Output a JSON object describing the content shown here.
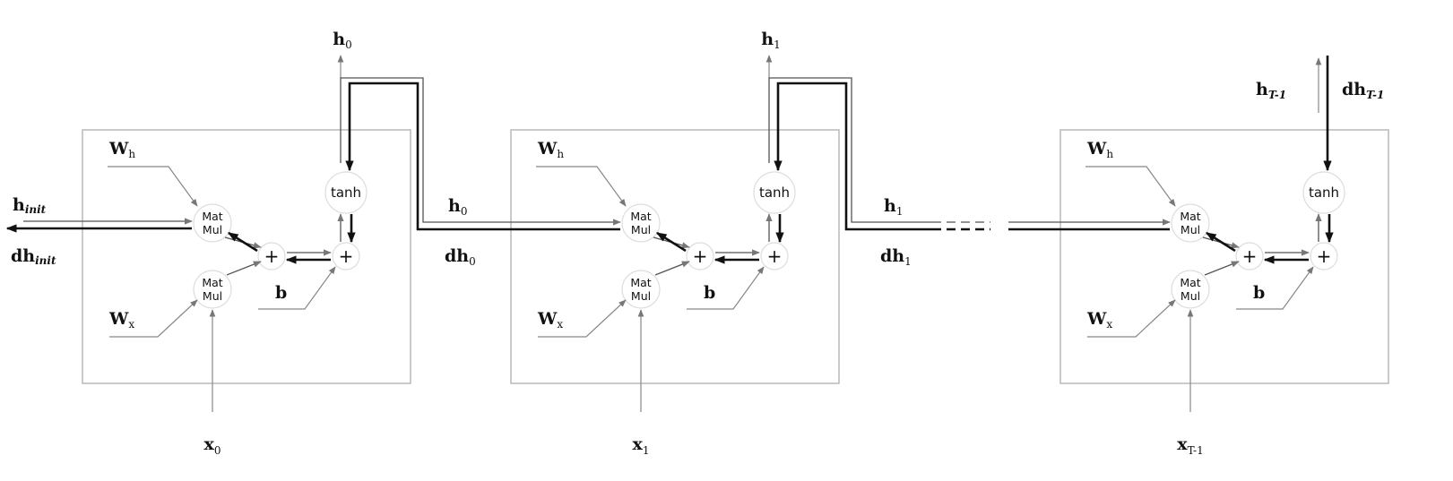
{
  "cells": [
    {
      "w_h": "W",
      "w_h_sub": "h",
      "w_x": "W",
      "w_x_sub": "x",
      "bias": "b",
      "matmul_top": [
        "Mat",
        "Mul"
      ],
      "matmul_bottom": [
        "Mat",
        "Mul"
      ],
      "add_1": "+",
      "add_2": "+",
      "tanh": "tanh",
      "input": "x",
      "input_sub": "0",
      "output": "h",
      "output_sub": "0"
    },
    {
      "w_h": "W",
      "w_h_sub": "h",
      "w_x": "W",
      "w_x_sub": "x",
      "bias": "b",
      "matmul_top": [
        "Mat",
        "Mul"
      ],
      "matmul_bottom": [
        "Mat",
        "Mul"
      ],
      "add_1": "+",
      "add_2": "+",
      "tanh": "tanh",
      "input": "x",
      "input_sub": "1",
      "output": "h",
      "output_sub": "1"
    },
    {
      "w_h": "W",
      "w_h_sub": "h",
      "w_x": "W",
      "w_x_sub": "x",
      "bias": "b",
      "matmul_top": [
        "Mat",
        "Mul"
      ],
      "matmul_bottom": [
        "Mat",
        "Mul"
      ],
      "add_1": "+",
      "add_2": "+",
      "tanh": "tanh",
      "input": "x",
      "input_sub": "T-1",
      "output": "h",
      "output_sub": "T-1",
      "grad_output": "dh",
      "grad_output_sub": "T-1"
    }
  ],
  "h_init": {
    "label": "h",
    "sub": "init"
  },
  "dh_init": {
    "label": "dh",
    "sub": "init"
  },
  "links": [
    {
      "h": "h",
      "h_sub": "0",
      "dh": "dh",
      "dh_sub": "0"
    },
    {
      "h": "h",
      "h_sub": "1",
      "dh": "dh",
      "dh_sub": "1"
    }
  ]
}
